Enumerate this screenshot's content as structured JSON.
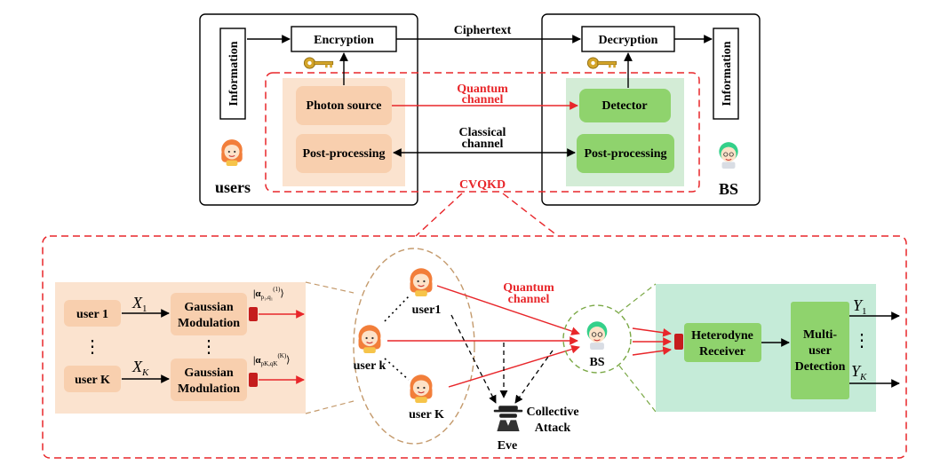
{
  "top": {
    "users_label": "users",
    "bs_label": "BS",
    "information_left": "Information",
    "information_right": "Information",
    "encryption": "Encryption",
    "decryption": "Decryption",
    "ciphertext": "Ciphertext",
    "photon_source": "Photon source",
    "post_processing_left": "Post-processing",
    "detector": "Detector",
    "post_processing_right": "Post-processing",
    "quantum_channel": [
      "Quantum",
      "channel"
    ],
    "classical_channel": [
      "Classical",
      "channel"
    ],
    "cvqkd": "CVQKD"
  },
  "bottom": {
    "user_1": "user 1",
    "user_dots": "⋮",
    "user_K": "user K",
    "X1": "X",
    "X1_sub": "1",
    "XK": "X",
    "XK_sub": "K",
    "gaussian_mod_1": [
      "Gaussian",
      "Modulation"
    ],
    "gaussian_mod_K": [
      "Gaussian",
      "Modulation"
    ],
    "mod_dots": "⋮",
    "alpha_1": "|α",
    "alpha_1_sub": "p₁,q₁",
    "alpha_1_sup": "(1)",
    "alpha_K": "|α",
    "alpha_K_sub": "pK,qK",
    "alpha_K_sup": "(K)",
    "cluster_user1": "user1",
    "cluster_userk": "user k",
    "cluster_userK": "user K",
    "quantum_channel": [
      "Quantum",
      "channel"
    ],
    "bs": "BS",
    "eve": "Eve",
    "collective_attack": [
      "Collective",
      "Attack"
    ],
    "heterodyne_receiver": [
      "Heterodyne",
      "Receiver"
    ],
    "multiuser_detection": [
      "Multi-",
      "user",
      "Detection"
    ],
    "Y1": "Y",
    "Y1_sub": "1",
    "YK": "Y",
    "YK_sub": "K",
    "y_dots": "⋮"
  },
  "colors": {
    "red": "#e8262a",
    "orange_fill": "#fbe3cf",
    "orange_box": "#f8cfae",
    "green_fill": "#d3ecd6",
    "green_box": "#8fd36d",
    "teal_fill": "#c5ebd8",
    "dashed_green": "#7aa845"
  }
}
